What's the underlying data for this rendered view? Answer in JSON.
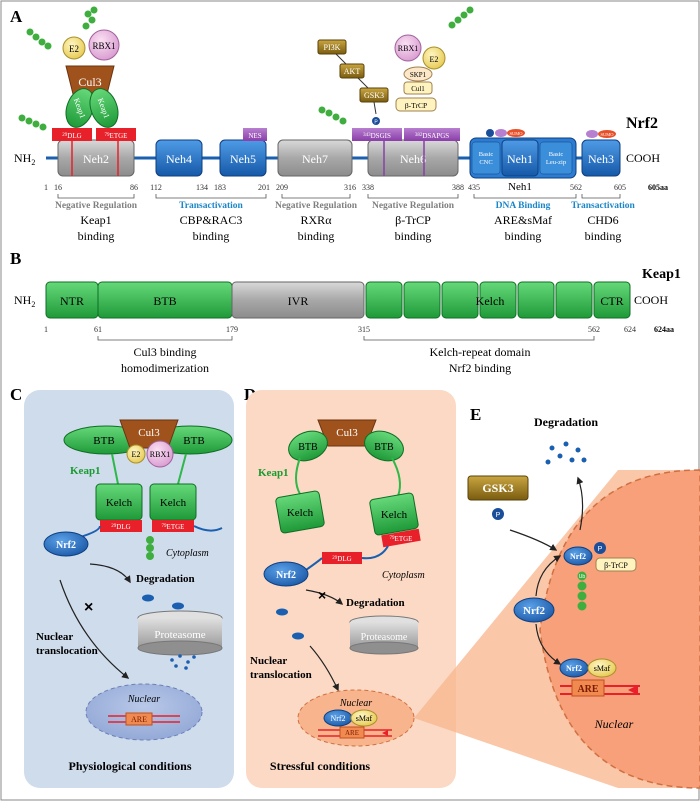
{
  "panels": {
    "a": "A",
    "b": "B",
    "c": "C",
    "d": "D",
    "e": "E"
  },
  "colors": {
    "neh_gray": "#a6a6a6",
    "neh_blue": "#1f6fc4",
    "nes_purple": "#9b4fb6",
    "keap_green": "#2eb84a",
    "cul3_brown": "#a0521d",
    "gsk_olive": "#8a6d1a",
    "panel_c_bg": "#cfdcec",
    "panel_d_bg": "#fbd9c4",
    "red": "#e8202a",
    "blue_label": "#1a86c8"
  },
  "panelA": {
    "protein": "Nrf2",
    "nh2": "NH",
    "nh2_sub": "2",
    "cooh": "COOH",
    "length": "605aa",
    "domains": {
      "neh2": "Neh2",
      "neh4": "Neh4",
      "neh5": "Neh5",
      "neh7": "Neh7",
      "neh6": "Neh6",
      "neh1": "Neh1",
      "neh3": "Neh3",
      "basic_cnc": "Basic CNC",
      "basic_leu": "Basic Leu-zip",
      "neh1_label": "Neh1"
    },
    "motifs": {
      "dlg": "DLG",
      "dlg_sup": "29",
      "etge": "ETGE",
      "etge_sup": "79",
      "nes": "NES",
      "dsgis": "DSGIS",
      "dsgis_sup": "343",
      "dsapgs": "DSAPGS",
      "dsapgs_sup": "382"
    },
    "ticks": [
      "1",
      "16",
      "86",
      "112",
      "134",
      "183",
      "201",
      "209",
      "316",
      "338",
      "388",
      "435",
      "562",
      "605"
    ],
    "complex": {
      "e2": "E2",
      "rbx1": "RBX1",
      "cul3": "Cul3",
      "keap1a": "Keap1",
      "keap1b": "Keap1",
      "pi3k": "PI3K",
      "akt": "AKT",
      "gsk3": "GSK3",
      "p": "P",
      "rbx1b": "RBX1",
      "e2b": "E2",
      "skp1": "SKP1",
      "cul1": "Cul1",
      "btrcp": "β-TrCP",
      "ac": "Ac",
      "sumo": "SUMO"
    },
    "regions": [
      {
        "cat": "Negative Regulation",
        "desc1": "Keap1",
        "desc2": "binding"
      },
      {
        "cat": "Transactivation",
        "desc1": "CBP&RAC3",
        "desc2": "binding"
      },
      {
        "cat": "Negative Regulation",
        "desc1": "RXRα",
        "desc2": "binding"
      },
      {
        "cat": "Negative Regulation",
        "desc1": "β-TrCP",
        "desc2": "binding"
      },
      {
        "cat": "DNA Binding",
        "desc1": "ARE&sMaf",
        "desc2": "binding"
      },
      {
        "cat": "Transactivation",
        "desc1": "CHD6",
        "desc2": "binding"
      }
    ]
  },
  "panelB": {
    "protein": "Keap1",
    "nh2": "NH",
    "nh2_sub": "2",
    "cooh": "COOH",
    "length": "624aa",
    "domains": {
      "ntr": "NTR",
      "btb": "BTB",
      "ivr": "IVR",
      "kelch": "Kelch",
      "ctr": "CTR"
    },
    "ticks": [
      "1",
      "61",
      "179",
      "315",
      "562",
      "624"
    ],
    "regions": [
      {
        "desc1": "Cul3 binding",
        "desc2": "homodimerization"
      },
      {
        "desc1": "Kelch-repeat domain",
        "desc2": "Nrf2 binding"
      }
    ]
  },
  "panelC": {
    "cul3": "Cul3",
    "btb1": "BTB",
    "btb2": "BTB",
    "e2": "E2",
    "rbx1": "RBX1",
    "keap1": "Keap1",
    "kelch1": "Kelch",
    "kelch2": "Kelch",
    "dlg": "DLG",
    "dlg_sup": "29",
    "etge": "ETGE",
    "etge_sup": "79",
    "ub": "Ub",
    "nrf2": "Nrf2",
    "cytoplasm": "Cytoplasm",
    "degradation": "Degradation",
    "proteasome": "Proteasome",
    "translocation1": "Nuclear",
    "translocation2": "translocation",
    "nuclear": "Nuclear",
    "are": "ARE",
    "caption": "Physiological conditions"
  },
  "panelD": {
    "cul3": "Cul3",
    "btb1": "BTB",
    "btb2": "BTB",
    "keap1": "Keap1",
    "kelch1": "Kelch",
    "kelch2": "Kelch",
    "dlg": "DLG",
    "dlg_sup": "29",
    "etge": "ETGE",
    "etge_sup": "79",
    "nrf2": "Nrf2",
    "cytoplasm": "Cytoplasm",
    "degradation": "Degradation",
    "proteasome": "Proteasome",
    "translocation1": "Nuclear",
    "translocation2": "translocation",
    "nuclear": "Nuclear",
    "nrf2b": "Nrf2",
    "smaf": "sMaf",
    "are": "ARE",
    "caption": "Stressful conditions"
  },
  "panelE": {
    "degradation": "Degradation",
    "gsk3": "GSK3",
    "p": "P",
    "nrf2": "Nrf2",
    "nrf2_p": "Nrf2",
    "p2": "P",
    "btrcp": "β-TrCP",
    "ub": "Ub",
    "nrf2b": "Nrf2",
    "smaf": "sMaf",
    "are": "ARE",
    "nuclear": "Nuclear"
  }
}
